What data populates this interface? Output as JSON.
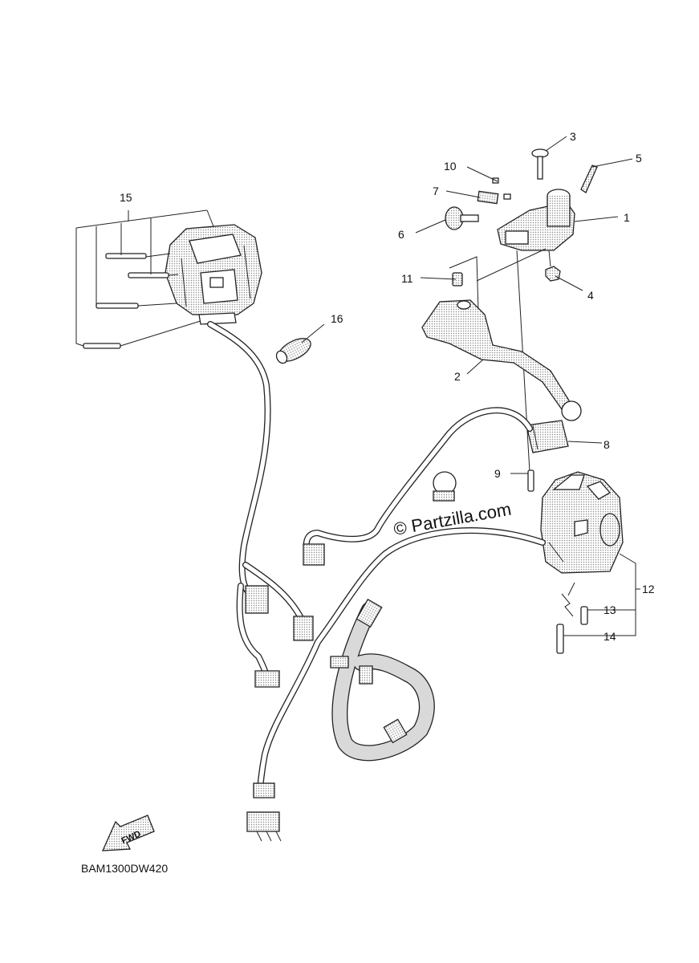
{
  "diagram": {
    "callouts": [
      {
        "id": "c1",
        "label": "1"
      },
      {
        "id": "c2",
        "label": "2"
      },
      {
        "id": "c3",
        "label": "3"
      },
      {
        "id": "c4",
        "label": "4"
      },
      {
        "id": "c5",
        "label": "5"
      },
      {
        "id": "c6",
        "label": "6"
      },
      {
        "id": "c7",
        "label": "7"
      },
      {
        "id": "c8",
        "label": "8"
      },
      {
        "id": "c9",
        "label": "9"
      },
      {
        "id": "c10",
        "label": "10"
      },
      {
        "id": "c11",
        "label": "11"
      },
      {
        "id": "c12",
        "label": "12"
      },
      {
        "id": "c13",
        "label": "13"
      },
      {
        "id": "c14",
        "label": "14"
      },
      {
        "id": "c15",
        "label": "15"
      },
      {
        "id": "c16",
        "label": "16"
      }
    ],
    "watermark": "© Partzilla.com",
    "fwd_label": "FWD",
    "diagram_code": "BAM1300DW420"
  }
}
